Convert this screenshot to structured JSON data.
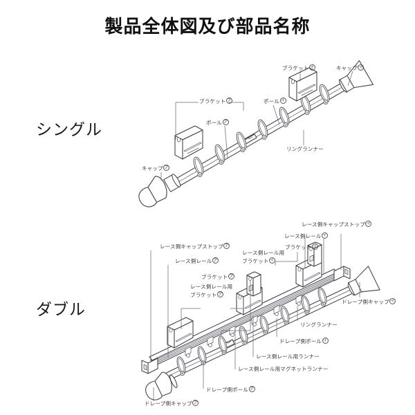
{
  "document": {
    "title": "製品全体図及び部品名称",
    "background_color": "#ffffff",
    "ink_color": "#3f3f46",
    "text_color": "#3a3a3a"
  },
  "sections": [
    {
      "id": "single",
      "name": "シングル"
    },
    {
      "id": "double",
      "name": "ダブル"
    }
  ],
  "single_labels": {
    "cap_a": {
      "text": "キャップ",
      "mark": "ア"
    },
    "bracket_a": {
      "text": "ブラケット",
      "mark": "ア"
    },
    "pole_a": {
      "text": "ポール",
      "mark": "ア"
    },
    "pole_i": {
      "text": "ポール",
      "mark": "イ"
    },
    "bracket_i": {
      "text": "ブラケット",
      "mark": "イ"
    },
    "cap_i": {
      "text": "キャップ",
      "mark": "イ"
    },
    "ring_runner": {
      "text": "リングランナー",
      "mark": ""
    }
  },
  "double_labels": {
    "lace_cap_stop_a": {
      "text": "レース側キャップストップ",
      "mark": "ア"
    },
    "lace_rail_a": {
      "text": "レース側レール",
      "mark": "ア"
    },
    "bracket_a": {
      "text": "ブラケット",
      "mark": "ア"
    },
    "lace_rail_bracket_a": {
      "line1": "レース側レール用",
      "line2": "ブラケット",
      "mark": "ア"
    },
    "lace_rail_bracket_i": {
      "line1": "レース側レール用",
      "line2": "ブラケット",
      "mark": "イ"
    },
    "bracket_i": {
      "text": "ブラケット",
      "mark": "イ"
    },
    "lace_rail_i": {
      "text": "レース側レール",
      "mark": "イ"
    },
    "lace_cap_stop_i": {
      "text": "レース側キャップストップ",
      "mark": "イ"
    },
    "drape_cap_i": {
      "text": "ドレープ側キャップ",
      "mark": "イ"
    },
    "ring_runner": {
      "text": "リングランナー",
      "mark": ""
    },
    "drape_pole_i": {
      "text": "ドレープ側ポール",
      "mark": "イ"
    },
    "lace_rail_runner": {
      "text": "レース側レール用ランナー",
      "mark": ""
    },
    "lace_rail_magnet_runner": {
      "text": "レース側レール用マグネットランナー",
      "mark": ""
    },
    "drape_pole_a": {
      "text": "ドレープ側ポール",
      "mark": "ア"
    },
    "drape_cap_a": {
      "text": "ドレープ側キャップ",
      "mark": "ア"
    }
  }
}
